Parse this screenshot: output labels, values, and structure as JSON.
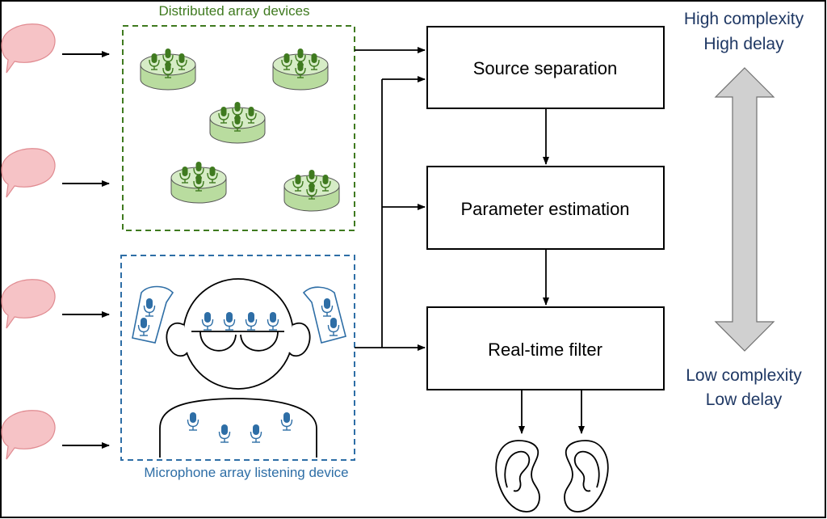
{
  "groups": {
    "distributed": {
      "label": "Distributed array devices",
      "color": "#3f7a1f"
    },
    "listening": {
      "label": "Microphone array listening device",
      "color": "#2e6ea6"
    }
  },
  "blocks": {
    "separation": "Source separation",
    "estimation": "Parameter estimation",
    "filter": "Real-time filter"
  },
  "scale": {
    "top_line1": "High complexity",
    "top_line2": "High delay",
    "bottom_line1": "Low complexity",
    "bottom_line2": "Low delay",
    "text_color": "#1f3864"
  },
  "colors": {
    "speech_bubble": "#f6c3c6",
    "speech_bubble_stroke": "#e08a90",
    "device_fill": "#cfe8bd",
    "device_stroke": "#6a9a4a",
    "mic_green": "#3f7a1f",
    "mic_blue": "#2e6ea6",
    "arrow_fill": "#d0d0d0"
  }
}
